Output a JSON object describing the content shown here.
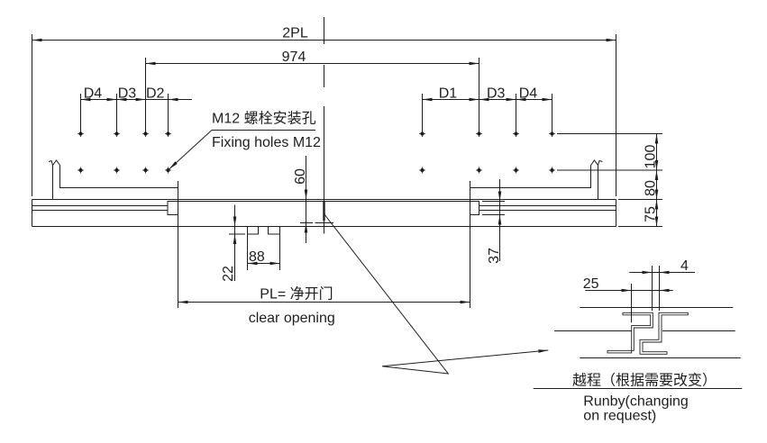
{
  "colors": {
    "ink": "#1e1e1e",
    "paper": "#ffffff"
  },
  "dimensions": {
    "overall_width": "2PL",
    "bolt_hole_span": "974",
    "left_hole_spacing": [
      "D4",
      "D3",
      "D2"
    ],
    "right_hole_spacing": [
      "D1",
      "D3",
      "D4"
    ],
    "vertical_stack": [
      "100",
      "80",
      "75"
    ],
    "rail_offset": "60",
    "slot_depth": "22",
    "slot_span": "88",
    "guide_height": "37",
    "clear_opening": {
      "label_cn": "PL= 净开门",
      "label_en": "clear opening"
    }
  },
  "callouts": {
    "fixing_holes": {
      "label_cn": "M12 螺栓安装孔",
      "label_en": "Fixing holes M12"
    }
  },
  "detail_view": {
    "dimensions": {
      "gap": "4",
      "overlap": "25"
    },
    "caption": {
      "label_cn": "越程（根据需要改变）",
      "label_en_lines": [
        "Runby(changing",
        "on request)"
      ]
    }
  }
}
